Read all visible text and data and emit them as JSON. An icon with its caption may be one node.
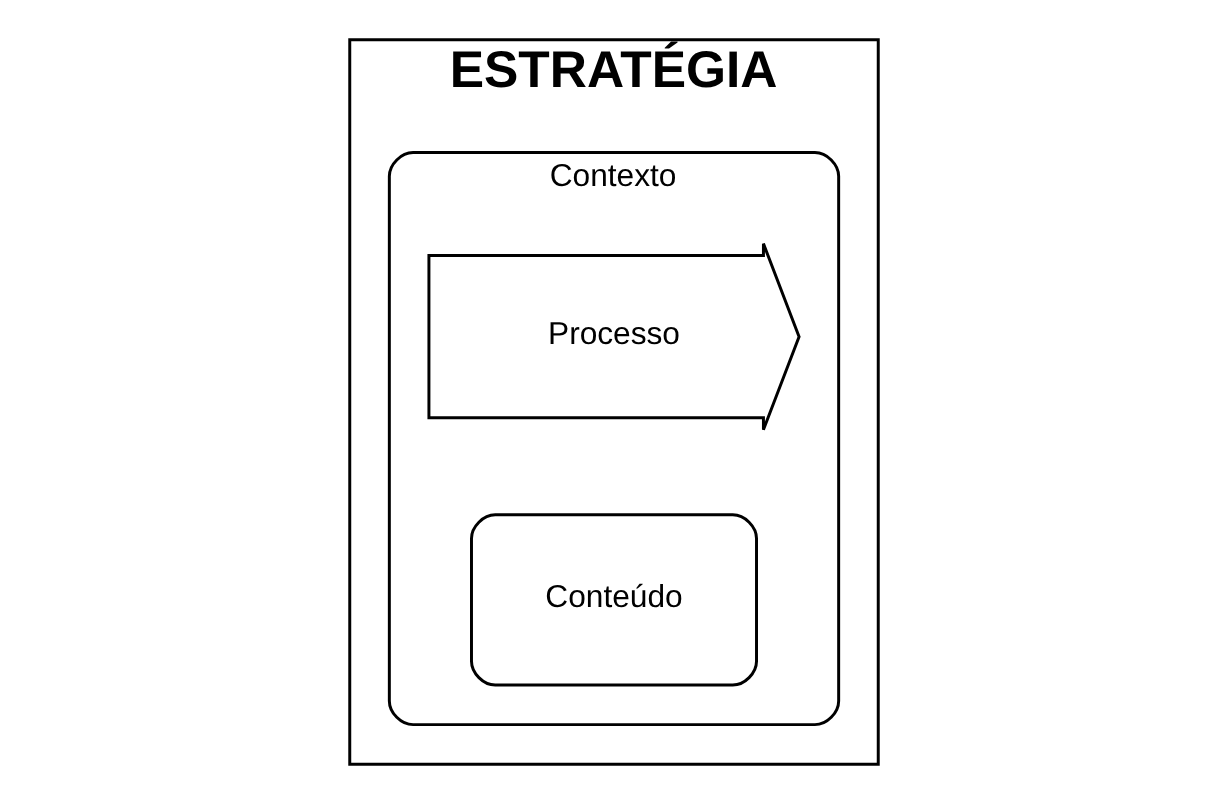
{
  "diagram": {
    "nodes": [
      {
        "text": [
          "ESTRATÉGIA"
        ]
      },
      {
        "text": [
          "Contexto"
        ],
        "in": 0
      },
      {
        "text": [
          "Processo"
        ],
        "in": 1
      },
      {
        "text": [
          "Conteúdo"
        ],
        "in": 1
      }
    ]
  }
}
